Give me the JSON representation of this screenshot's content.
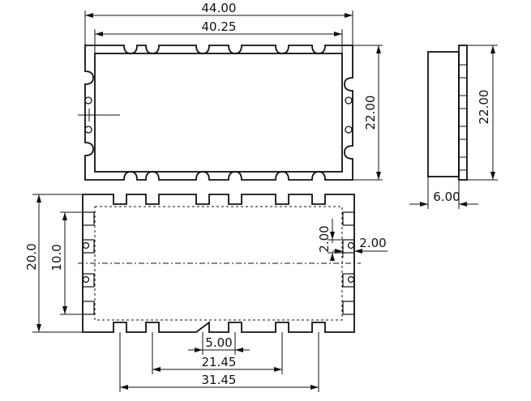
{
  "dimensions": {
    "top_overall_width": "44.00",
    "top_inner_width": "40.25",
    "top_height": "22.00",
    "side_height": "22.00",
    "side_thickness": "6.00",
    "bottom_height": "20.0",
    "bottom_half_height": "10.0",
    "pad_pitch": "2.00",
    "pad_size": "2.00",
    "pad_width": "5.00",
    "inner_pad_span": "21.45",
    "outer_pad_span": "31.45"
  }
}
